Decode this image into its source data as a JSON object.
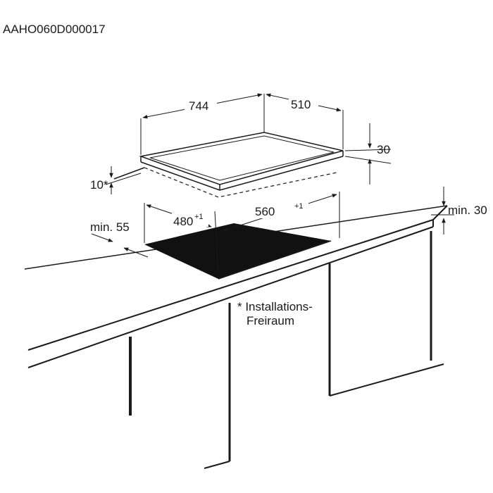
{
  "header": {
    "code": "AAHO060D000017"
  },
  "dimensions": {
    "width": "744",
    "depth": "510",
    "height": "30",
    "frame": "10*",
    "cutout_width": "560",
    "cutout_width_tol": "+1",
    "cutout_depth": "480",
    "cutout_depth_tol": "+1",
    "min_front": "min. 55",
    "min_below": "min. 30"
  },
  "note": {
    "line1": "* Installations-",
    "line2": "Freiraum"
  }
}
